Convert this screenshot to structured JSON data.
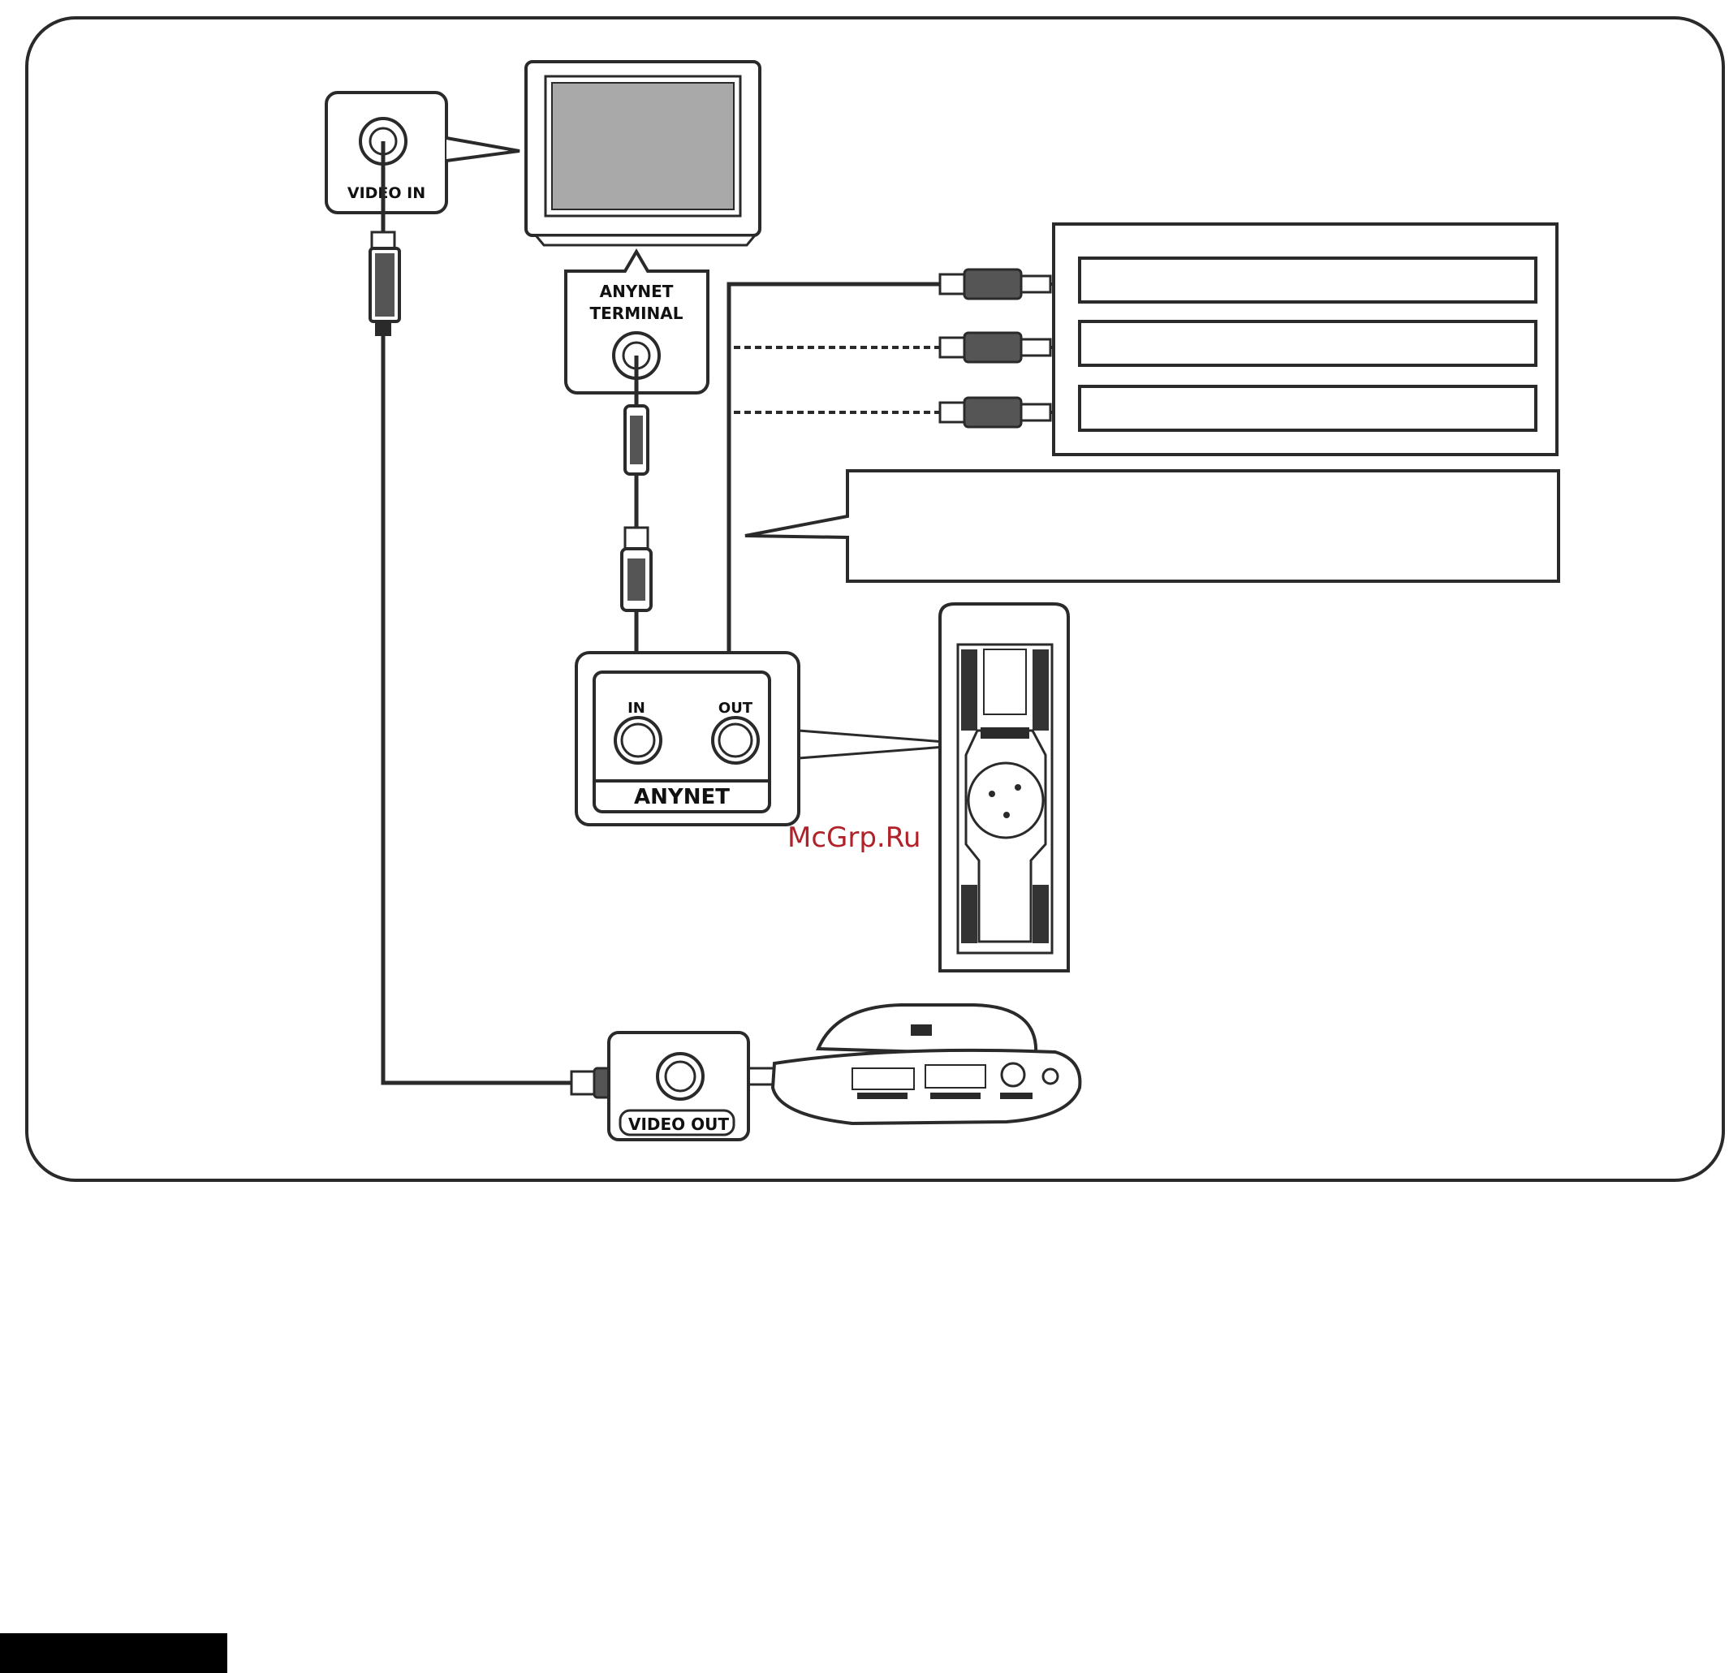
{
  "labels": {
    "video_in": "VIDEO IN",
    "anynet_terminal_line1": "ANYNET",
    "anynet_terminal_line2": "TERMINAL",
    "in": "IN",
    "out": "OUT",
    "anynet": "ANYNET",
    "video_out": "VIDEO OUT"
  },
  "watermark": "McGrp.Ru",
  "colors": {
    "line": "#2a2a2a",
    "tv_screen": "#a9a9a9",
    "watermark": "#b0212a"
  }
}
